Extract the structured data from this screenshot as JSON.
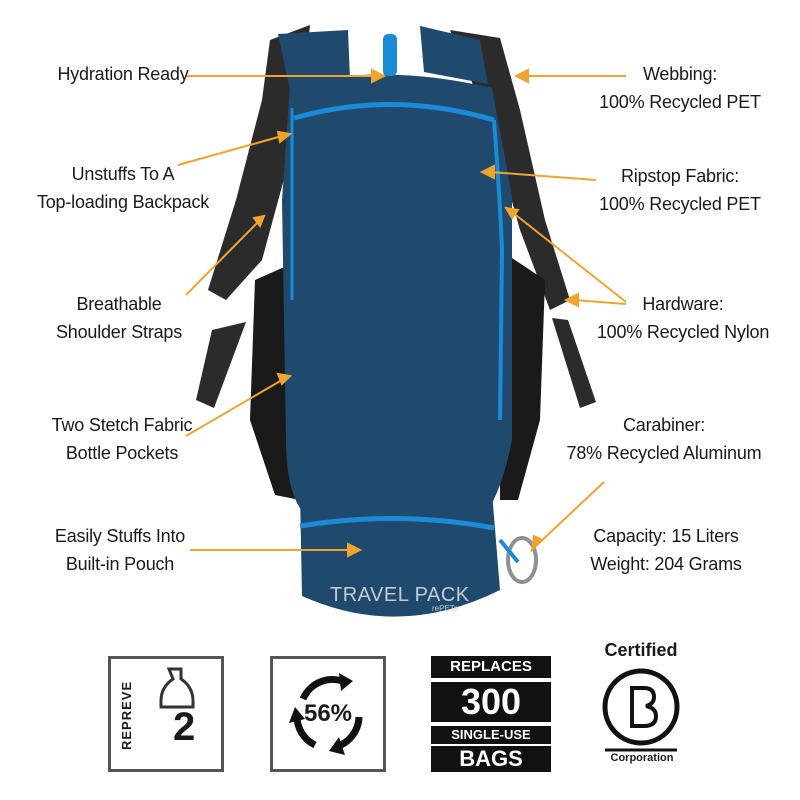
{
  "callouts_left": [
    {
      "lines": [
        "Hydration Ready"
      ]
    },
    {
      "lines": [
        "Unstuffs To A",
        "Top-loading Backpack"
      ]
    },
    {
      "lines": [
        "Breathable",
        "Shoulder Straps"
      ]
    },
    {
      "lines": [
        "Two Stetch Fabric",
        "Bottle Pockets"
      ]
    },
    {
      "lines": [
        "Easily Stuffs Into",
        "Built-in Pouch"
      ]
    }
  ],
  "callouts_right": [
    {
      "lines": [
        "Webbing:",
        "100% Recycled PET"
      ]
    },
    {
      "lines": [
        "Ripstop Fabric:",
        "100% Recycled PET"
      ]
    },
    {
      "lines": [
        "Hardware:",
        "100% Recycled Nylon"
      ]
    },
    {
      "lines": [
        "Carabiner:",
        "78% Recycled Aluminum"
      ]
    },
    {
      "lines": [
        "Capacity: 15 Liters",
        "Weight: 204 Grams"
      ]
    }
  ],
  "pouch": {
    "title": "TRAVEL PACK",
    "brand": "rePETe"
  },
  "badges": {
    "repreve": {
      "word": "REPREVE",
      "number": "2"
    },
    "percent": "56%",
    "bags": {
      "top": "REPLACES",
      "number": "300",
      "middle": "SINGLE-USE",
      "bottom": "BAGS"
    },
    "bcorp": {
      "top": "Certified",
      "bottom": "Corporation"
    }
  },
  "colors": {
    "pack": "#1f4a6e",
    "zip": "#1b8bd6",
    "arrow": "#f0a430",
    "strap": "#2b2b2b"
  }
}
